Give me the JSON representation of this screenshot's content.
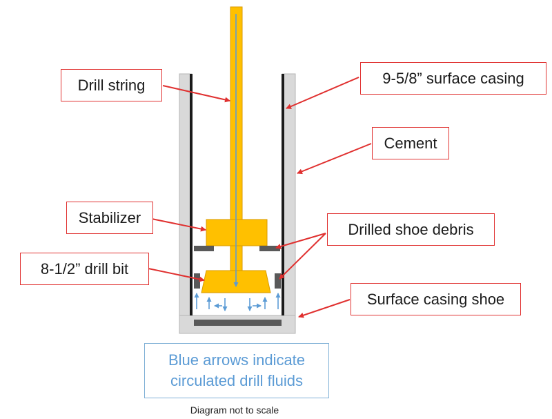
{
  "labels": {
    "drill_string": "Drill string",
    "surface_casing": "9-5/8” surface casing",
    "cement": "Cement",
    "stabilizer": "Stabilizer",
    "drilled_shoe_debris": "Drilled shoe debris",
    "drill_bit": "8-1/2” drill bit",
    "surface_casing_shoe": "Surface casing shoe"
  },
  "note": {
    "line1": "Blue arrows indicate",
    "line2": "circulated drill fluids"
  },
  "footer": "Diagram not to scale",
  "colors": {
    "drill_assembly": "#ffc000",
    "drill_assembly_outline": "#d89a00",
    "cement": "#d9d9d9",
    "casing": "#1a1a1a",
    "debris": "#595959",
    "fluid_arrows": "#5b9bd5",
    "callout": "#e0302f"
  }
}
